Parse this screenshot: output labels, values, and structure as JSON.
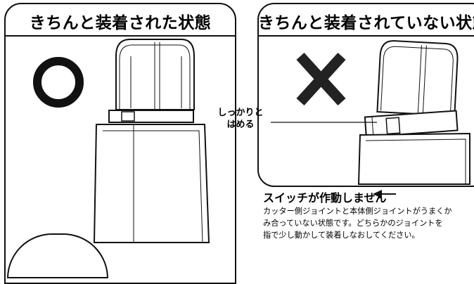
{
  "left_panel": {
    "title": "きちんと装着された状態",
    "mark": "circle"
  },
  "right_panel": {
    "title": "きちんと装着されていない状態",
    "mark": "cross"
  },
  "callout": {
    "line1": "しっかりと",
    "line2": "はめる"
  },
  "warning": {
    "heading": "スイッチが作動しません",
    "arrow": "←",
    "lines": [
      "カッター側ジョイントと本体側ジョイントがうまくか",
      "み合っていない状態です。どちらかのジョイントを",
      "指で少し動かして装着しなおしてください。"
    ]
  }
}
